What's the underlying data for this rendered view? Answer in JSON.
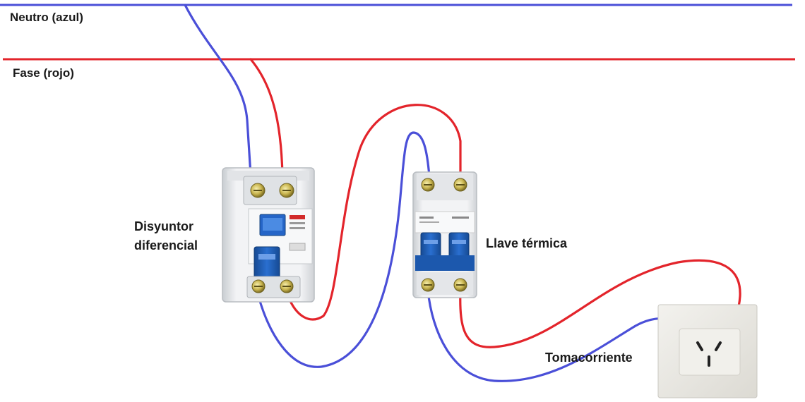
{
  "labels": {
    "neutro": "Neutro (azul)",
    "fase": "Fase (rojo)",
    "disyuntor_line1": "Disyuntor",
    "disyuntor_line2": "diferencial",
    "llave": "Llave térmica",
    "tomacorriente": "Tomacorriente"
  },
  "colors": {
    "neutral_wire": "#4a4fd8",
    "phase_wire": "#e3242b",
    "breaker_body": "#eef0f2",
    "breaker_blue": "#1f5fb8",
    "outlet_plate": "#ecebe6"
  },
  "icons": {
    "terminal": "screw-terminal-icon",
    "socket": "socket-icon"
  }
}
